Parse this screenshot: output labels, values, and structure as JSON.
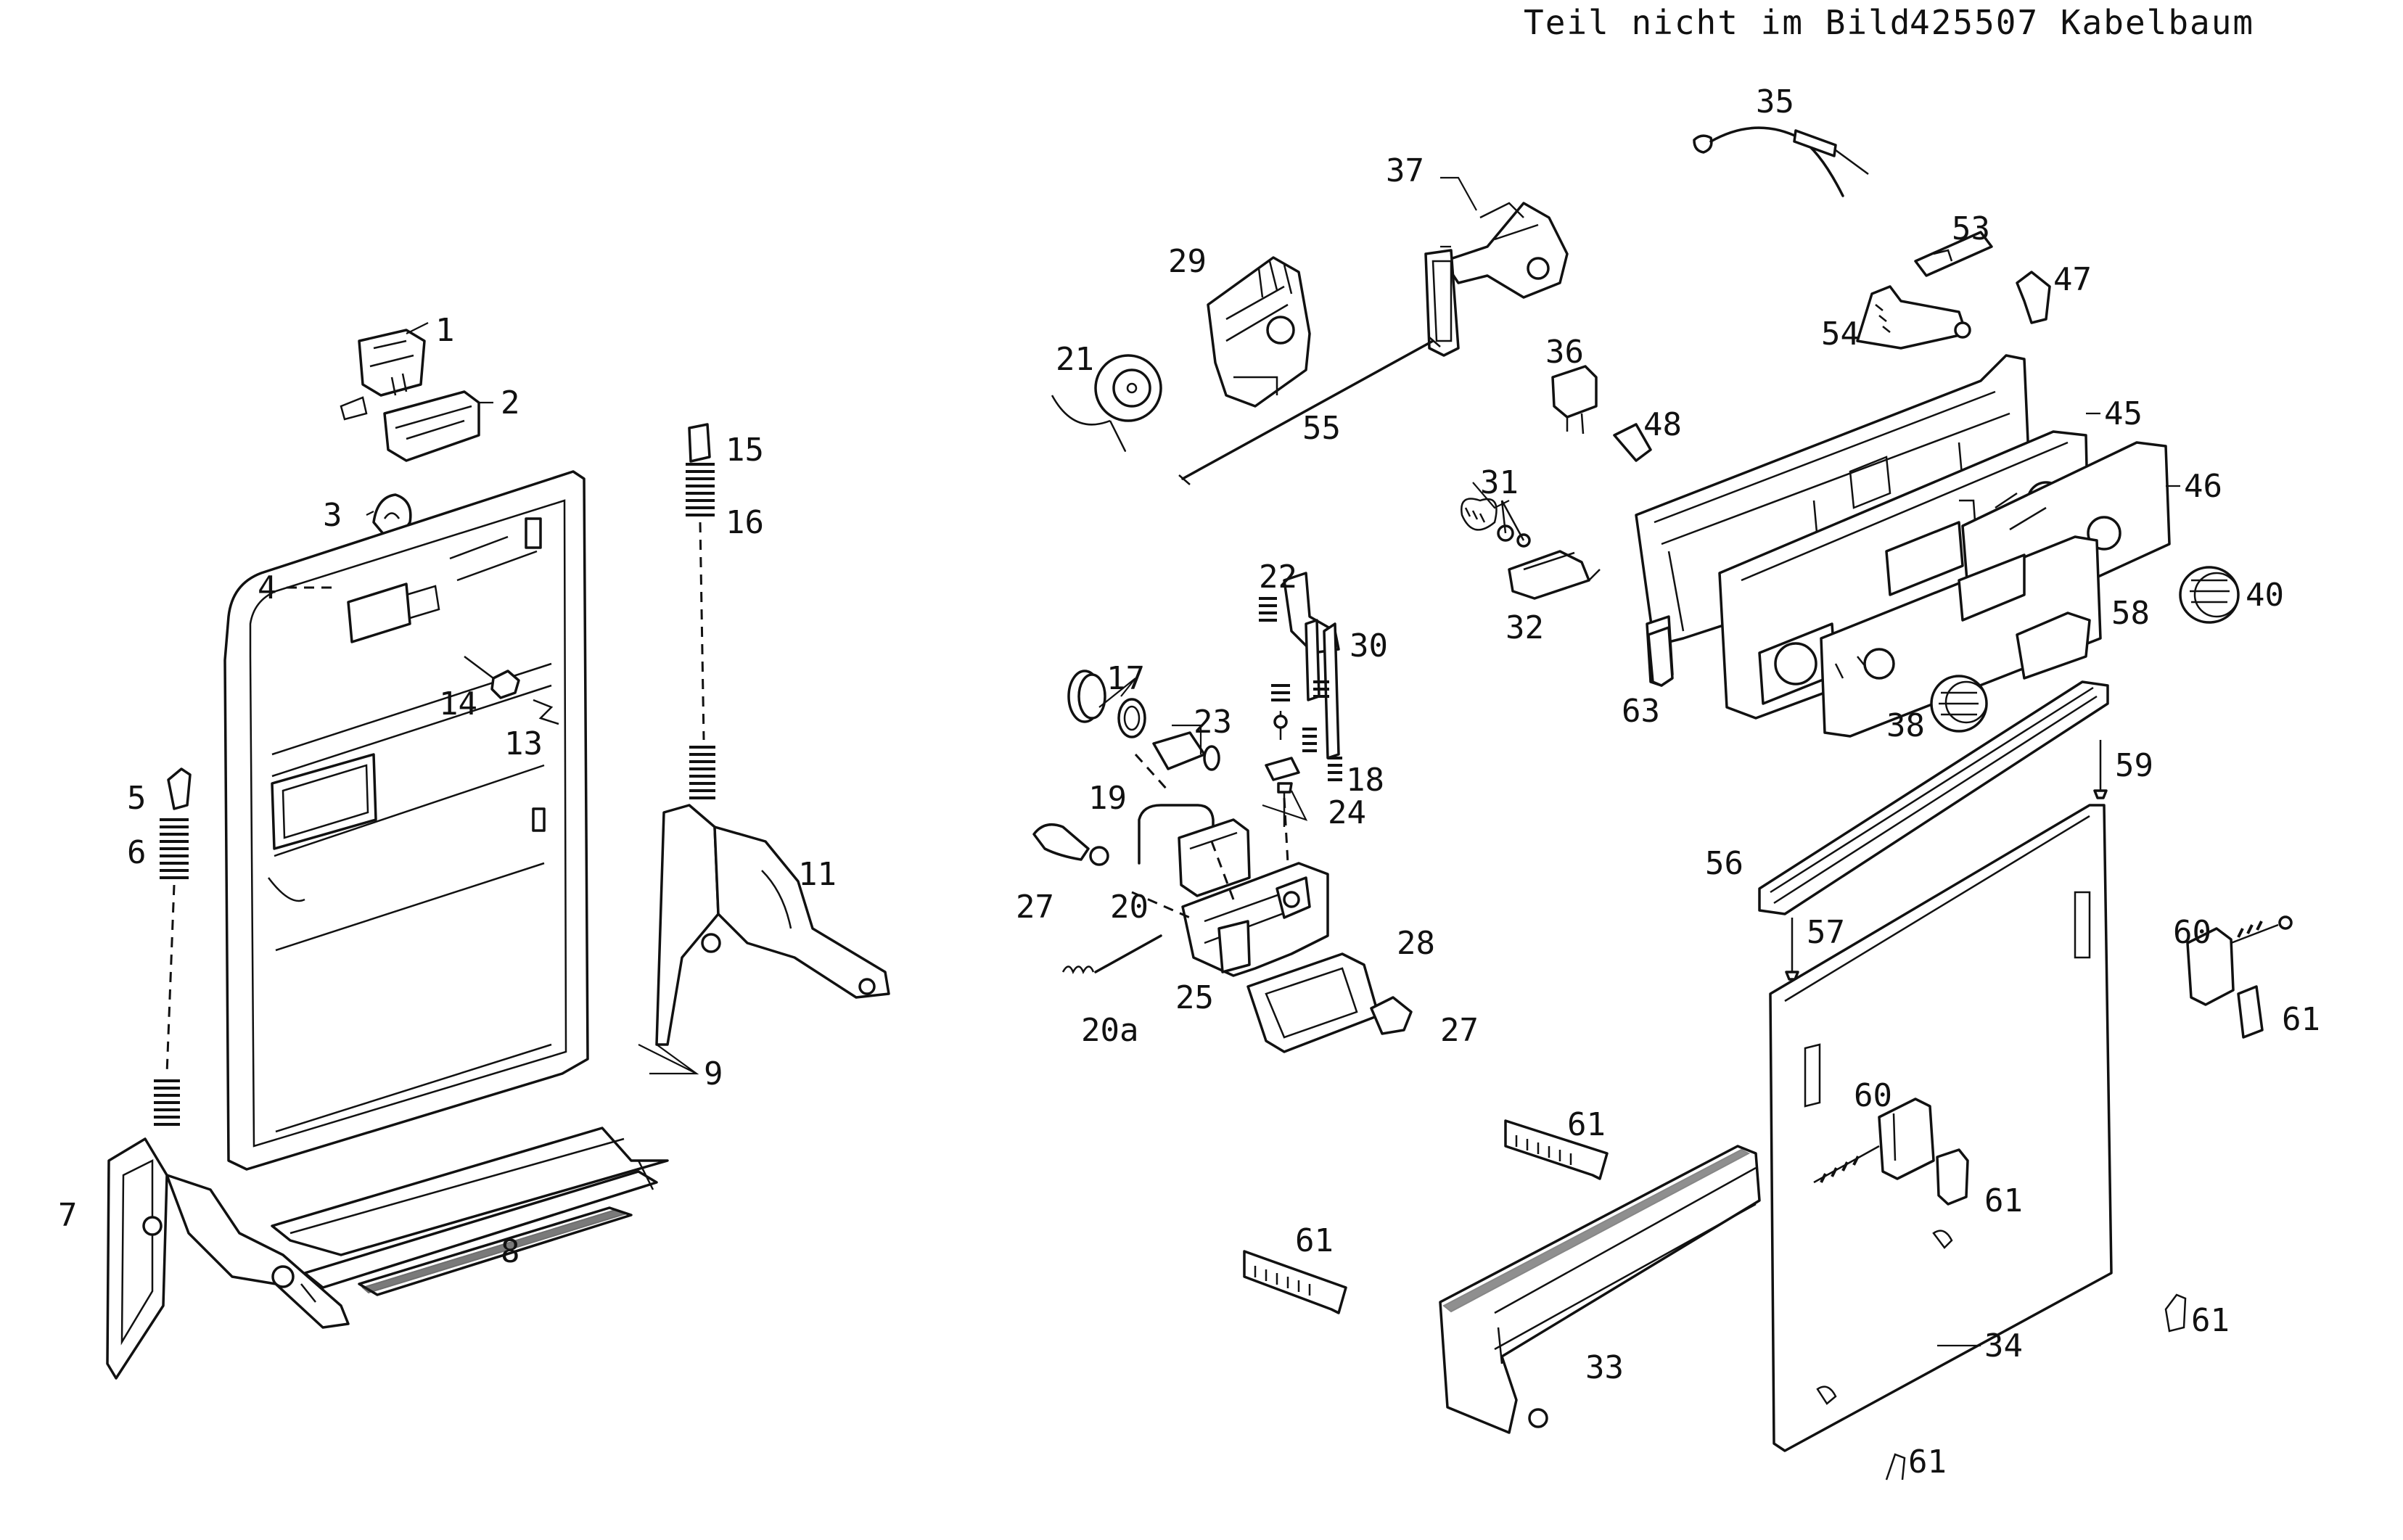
{
  "header": {
    "part_not_shown_label": "Teil nicht im Bild",
    "part_not_shown_item": "425507 Kabelbaum"
  },
  "callouts": {
    "c1": "1",
    "c2": "2",
    "c3": "3",
    "c4": "4",
    "c5": "5",
    "c6": "6",
    "c7": "7",
    "c8": "8",
    "c9": "9",
    "c11": "11",
    "c13": "13",
    "c14": "14",
    "c15": "15",
    "c16": "16",
    "c17": "17",
    "c18": "18",
    "c19": "19",
    "c20": "20",
    "c20a": "20a",
    "c21": "21",
    "c22": "22",
    "c23": "23",
    "c24": "24",
    "c25": "25",
    "c27a": "27",
    "c27b": "27",
    "c28": "28",
    "c29": "29",
    "c30": "30",
    "c31": "31",
    "c32": "32",
    "c33": "33",
    "c34": "34",
    "c35": "35",
    "c36": "36",
    "c37": "37",
    "c38": "38",
    "c40": "40",
    "c45": "45",
    "c46": "46",
    "c47": "47",
    "c48": "48",
    "c53": "53",
    "c54": "54",
    "c55": "55",
    "c56": "56",
    "c57": "57",
    "c58": "58",
    "c59": "59",
    "c60a": "60",
    "c60b": "60",
    "c61a": "61",
    "c61b": "61",
    "c61c": "61",
    "c61d": "61",
    "c61e": "61",
    "c61f": "61",
    "c63": "63"
  }
}
